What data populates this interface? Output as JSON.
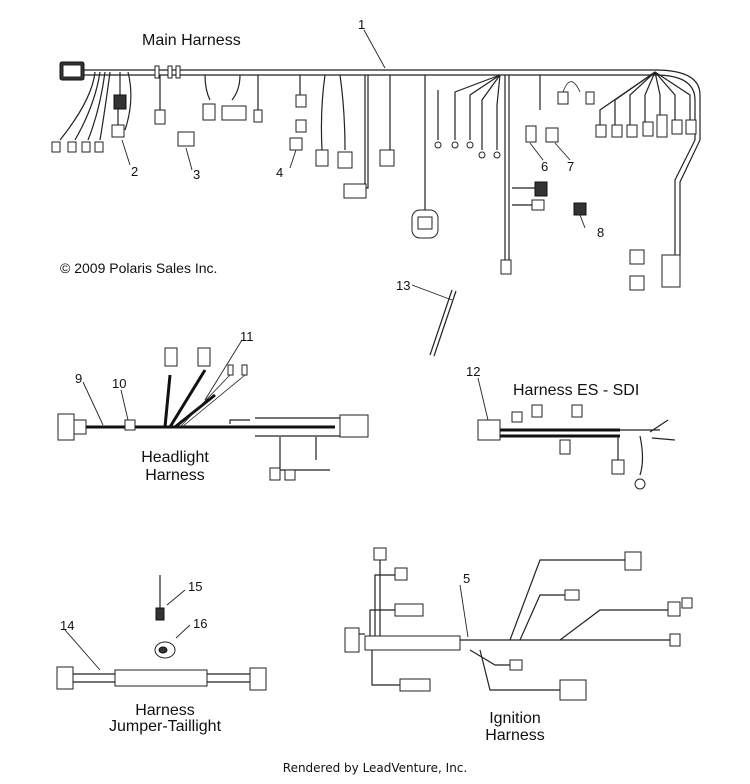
{
  "titles": {
    "main_harness": "Main Harness",
    "harness_es_sdi": "Harness ES - SDI",
    "headlight_line1": "Headlight",
    "headlight_line2": "Harness",
    "jumper_line1": "Harness",
    "jumper_line2": "Jumper-Taillight",
    "ignition_line1": "Ignition",
    "ignition_line2": "Harness"
  },
  "copyright": "© 2009 Polaris Sales Inc.",
  "footer": "Rendered by LeadVenture, Inc.",
  "callouts": [
    "1",
    "2",
    "3",
    "4",
    "5",
    "6",
    "7",
    "8",
    "9",
    "10",
    "11",
    "12",
    "13",
    "14",
    "15",
    "16"
  ]
}
